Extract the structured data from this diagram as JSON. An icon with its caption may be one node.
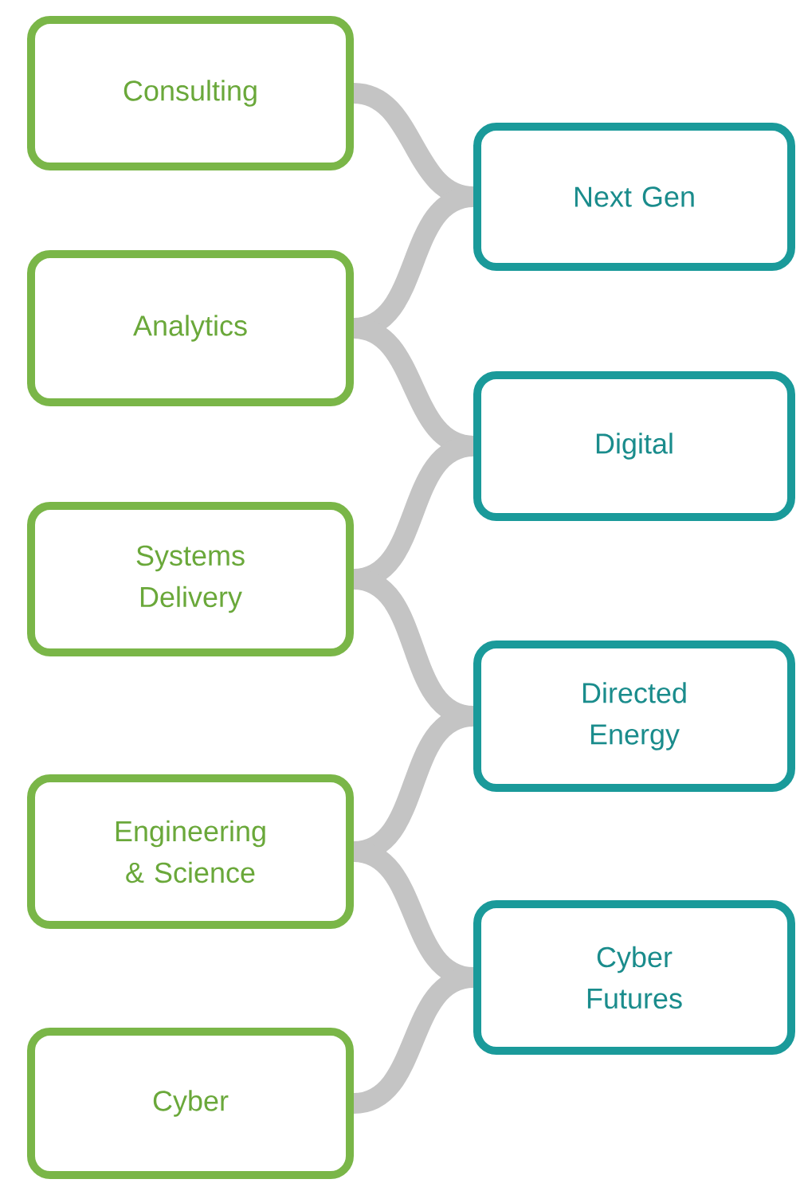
{
  "diagram": {
    "nodes": [
      {
        "text": [
          "Consulting"
        ]
      },
      {
        "text": [
          "Analytics"
        ]
      },
      {
        "text": [
          "Systems Delivery"
        ]
      },
      {
        "text": [
          "Engineering & Science"
        ]
      },
      {
        "text": [
          "Cyber"
        ]
      },
      {
        "text": [
          "Next Gen"
        ]
      },
      {
        "text": [
          "Digital"
        ]
      },
      {
        "text": [
          "Directed Energy"
        ]
      },
      {
        "text": [
          "Cyber Futures"
        ]
      }
    ],
    "edges": [
      {
        "from": 0,
        "to": 5,
        "arrow": "none"
      },
      {
        "from": 1,
        "to": 5,
        "arrow": "none"
      },
      {
        "from": 1,
        "to": 6,
        "arrow": "none"
      },
      {
        "from": 2,
        "to": 6,
        "arrow": "none"
      },
      {
        "from": 2,
        "to": 7,
        "arrow": "none"
      },
      {
        "from": 3,
        "to": 7,
        "arrow": "none"
      },
      {
        "from": 3,
        "to": 8,
        "arrow": "none"
      },
      {
        "from": 4,
        "to": 8,
        "arrow": "none"
      }
    ]
  }
}
